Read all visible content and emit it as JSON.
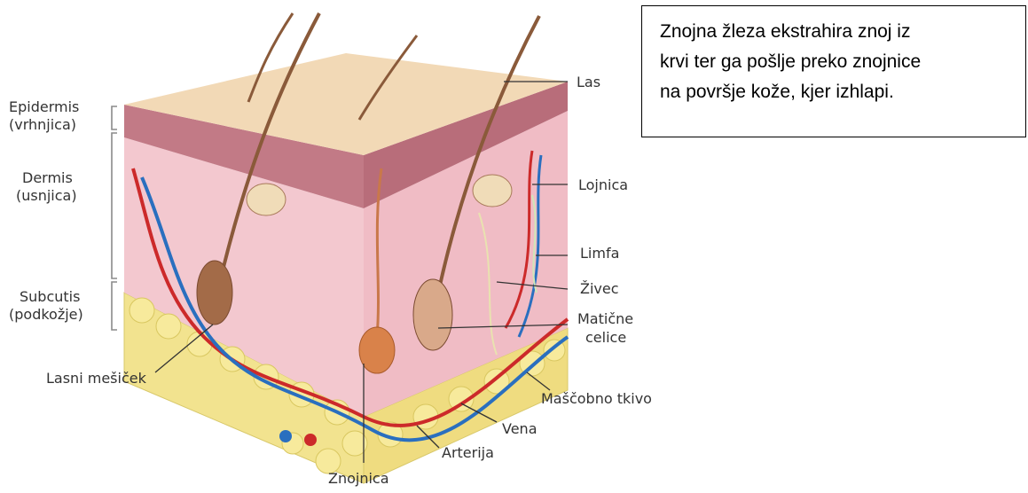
{
  "caption": "Znojna žleza ekstrahira znoj iz\nkrvi ter ga pošlje preko  znojnice\nna površje kože, kjer izhlapi.",
  "layers": {
    "epidermis": "Epidermis",
    "epidermis_sub": "(vrhnjica)",
    "dermis": "Dermis",
    "dermis_sub": "(usnjica)",
    "subcutis": "Subcutis",
    "subcutis_sub": "(podkožje)"
  },
  "labels": {
    "las": "Las",
    "lojnica": "Lojnica",
    "limfa": "Limfa",
    "zivec": "Živec",
    "maticne_1": "Matične",
    "maticne_2": "celice",
    "mascobno": "Maščobno tkivo",
    "vena": "Vena",
    "arterija": "Arterija",
    "znojnica": "Znojnica",
    "lasni": "Lasni mešiček"
  },
  "colors": {
    "skin_surface": "#f2d9b6",
    "epidermis": "#c27a86",
    "dermis": "#f3c8cf",
    "fat": "#f2e38f",
    "artery": "#cc2a2a",
    "vein": "#2a6fbf",
    "hair": "#8a5a3a"
  }
}
